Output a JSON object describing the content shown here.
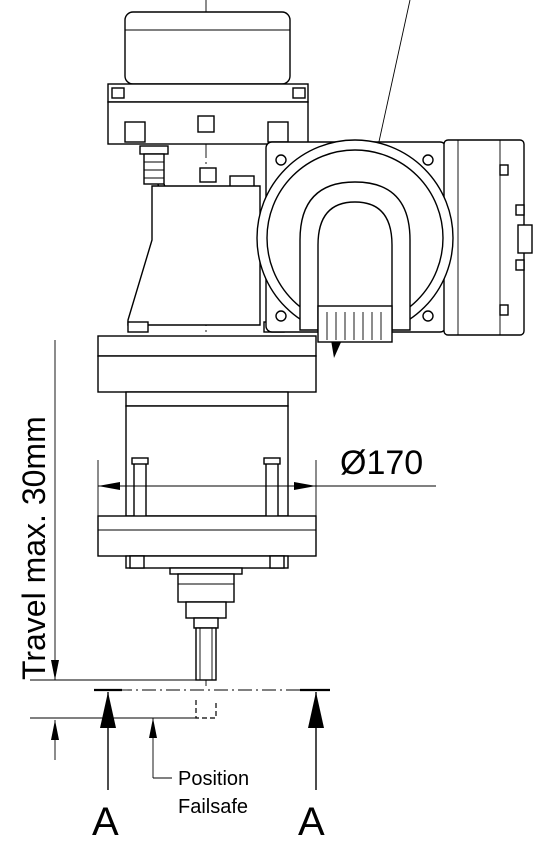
{
  "dimensions": {
    "diameter": "Ø170",
    "travel": "Travel max. 30mm"
  },
  "labels": {
    "section_left": "A",
    "section_right": "A",
    "position_line1": "Position",
    "position_line2": "Failsafe"
  }
}
